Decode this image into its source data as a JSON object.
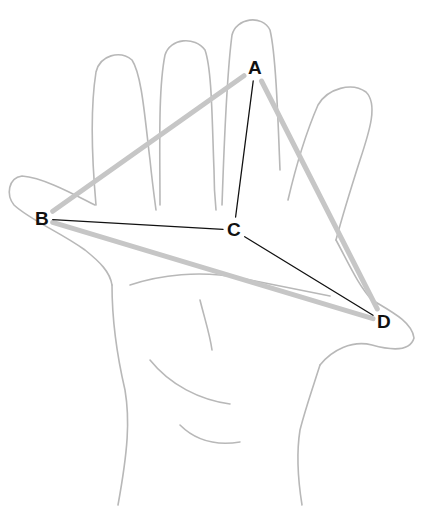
{
  "diagram": {
    "nodes": [
      {
        "text": [
          "A"
        ]
      },
      {
        "text": [
          "B"
        ]
      },
      {
        "text": [
          "C"
        ]
      },
      {
        "text": [
          "D"
        ]
      }
    ],
    "edges": [
      {
        "from": 0,
        "to": 1,
        "arrow": "none"
      },
      {
        "from": 1,
        "to": 3,
        "arrow": "none"
      },
      {
        "from": 0,
        "to": 3,
        "arrow": "none"
      },
      {
        "from": 0,
        "to": 2,
        "arrow": "none"
      },
      {
        "from": 1,
        "to": 2,
        "arrow": "none"
      },
      {
        "from": 2,
        "to": 3,
        "arrow": "none"
      }
    ]
  }
}
